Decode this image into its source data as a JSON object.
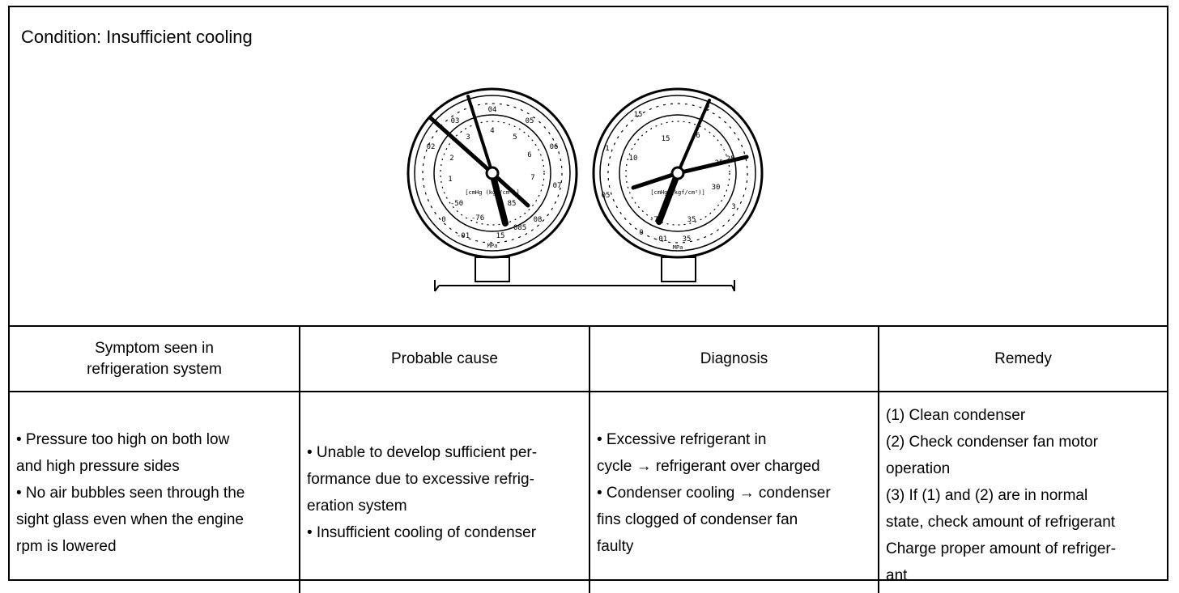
{
  "condition": {
    "title": "Condition: Insufficient cooling"
  },
  "gauges": {
    "low": {
      "outer_labels": [
        "02",
        "03",
        "04",
        "05",
        "06",
        "07",
        "08",
        "0",
        "-01",
        "15",
        "085"
      ],
      "inner_labels": [
        "2",
        "3",
        "4",
        "5",
        "6",
        "7",
        "1",
        "-50",
        "-76",
        "85"
      ],
      "unit_band": "[cmHg (kgf/cm²)]",
      "mpa": "MPa"
    },
    "high": {
      "outer_labels": [
        "15",
        "2",
        "25",
        "1",
        "05",
        "0",
        "-01",
        "35",
        "3"
      ],
      "inner_labels": [
        "15",
        "6",
        "10",
        "25",
        "30",
        "35",
        "-76"
      ],
      "unit_band": "[cmHg (kgf/cm²)]",
      "mpa": "MPa"
    }
  },
  "table": {
    "headers": {
      "symptom": [
        "Symptom seen in",
        "refrigeration system"
      ],
      "cause": "Probable cause",
      "diagnosis": "Diagnosis",
      "remedy": "Remedy"
    },
    "row": {
      "symptom": [
        "• Pressure too high on both low",
        "and high pressure sides",
        "• No air bubbles seen through the",
        "sight glass even when the engine",
        "rpm is lowered"
      ],
      "cause": [
        "• Unable to develop sufficient per-",
        "formance due to excessive refrig-",
        "eration system",
        "• Insufficient cooling of condenser"
      ],
      "diagnosis": [
        "• Excessive refrigerant in",
        "cycle → refrigerant over charged",
        "• Condenser cooling → condenser",
        "fins clogged of condenser fan",
        "faulty"
      ],
      "remedy": [
        "(1) Clean condenser",
        "(2) Check condenser fan motor",
        "operation",
        "(3) If (1) and (2) are in normal",
        "state, check amount of refrigerant",
        "Charge proper amount of refriger-",
        "ant"
      ]
    }
  }
}
